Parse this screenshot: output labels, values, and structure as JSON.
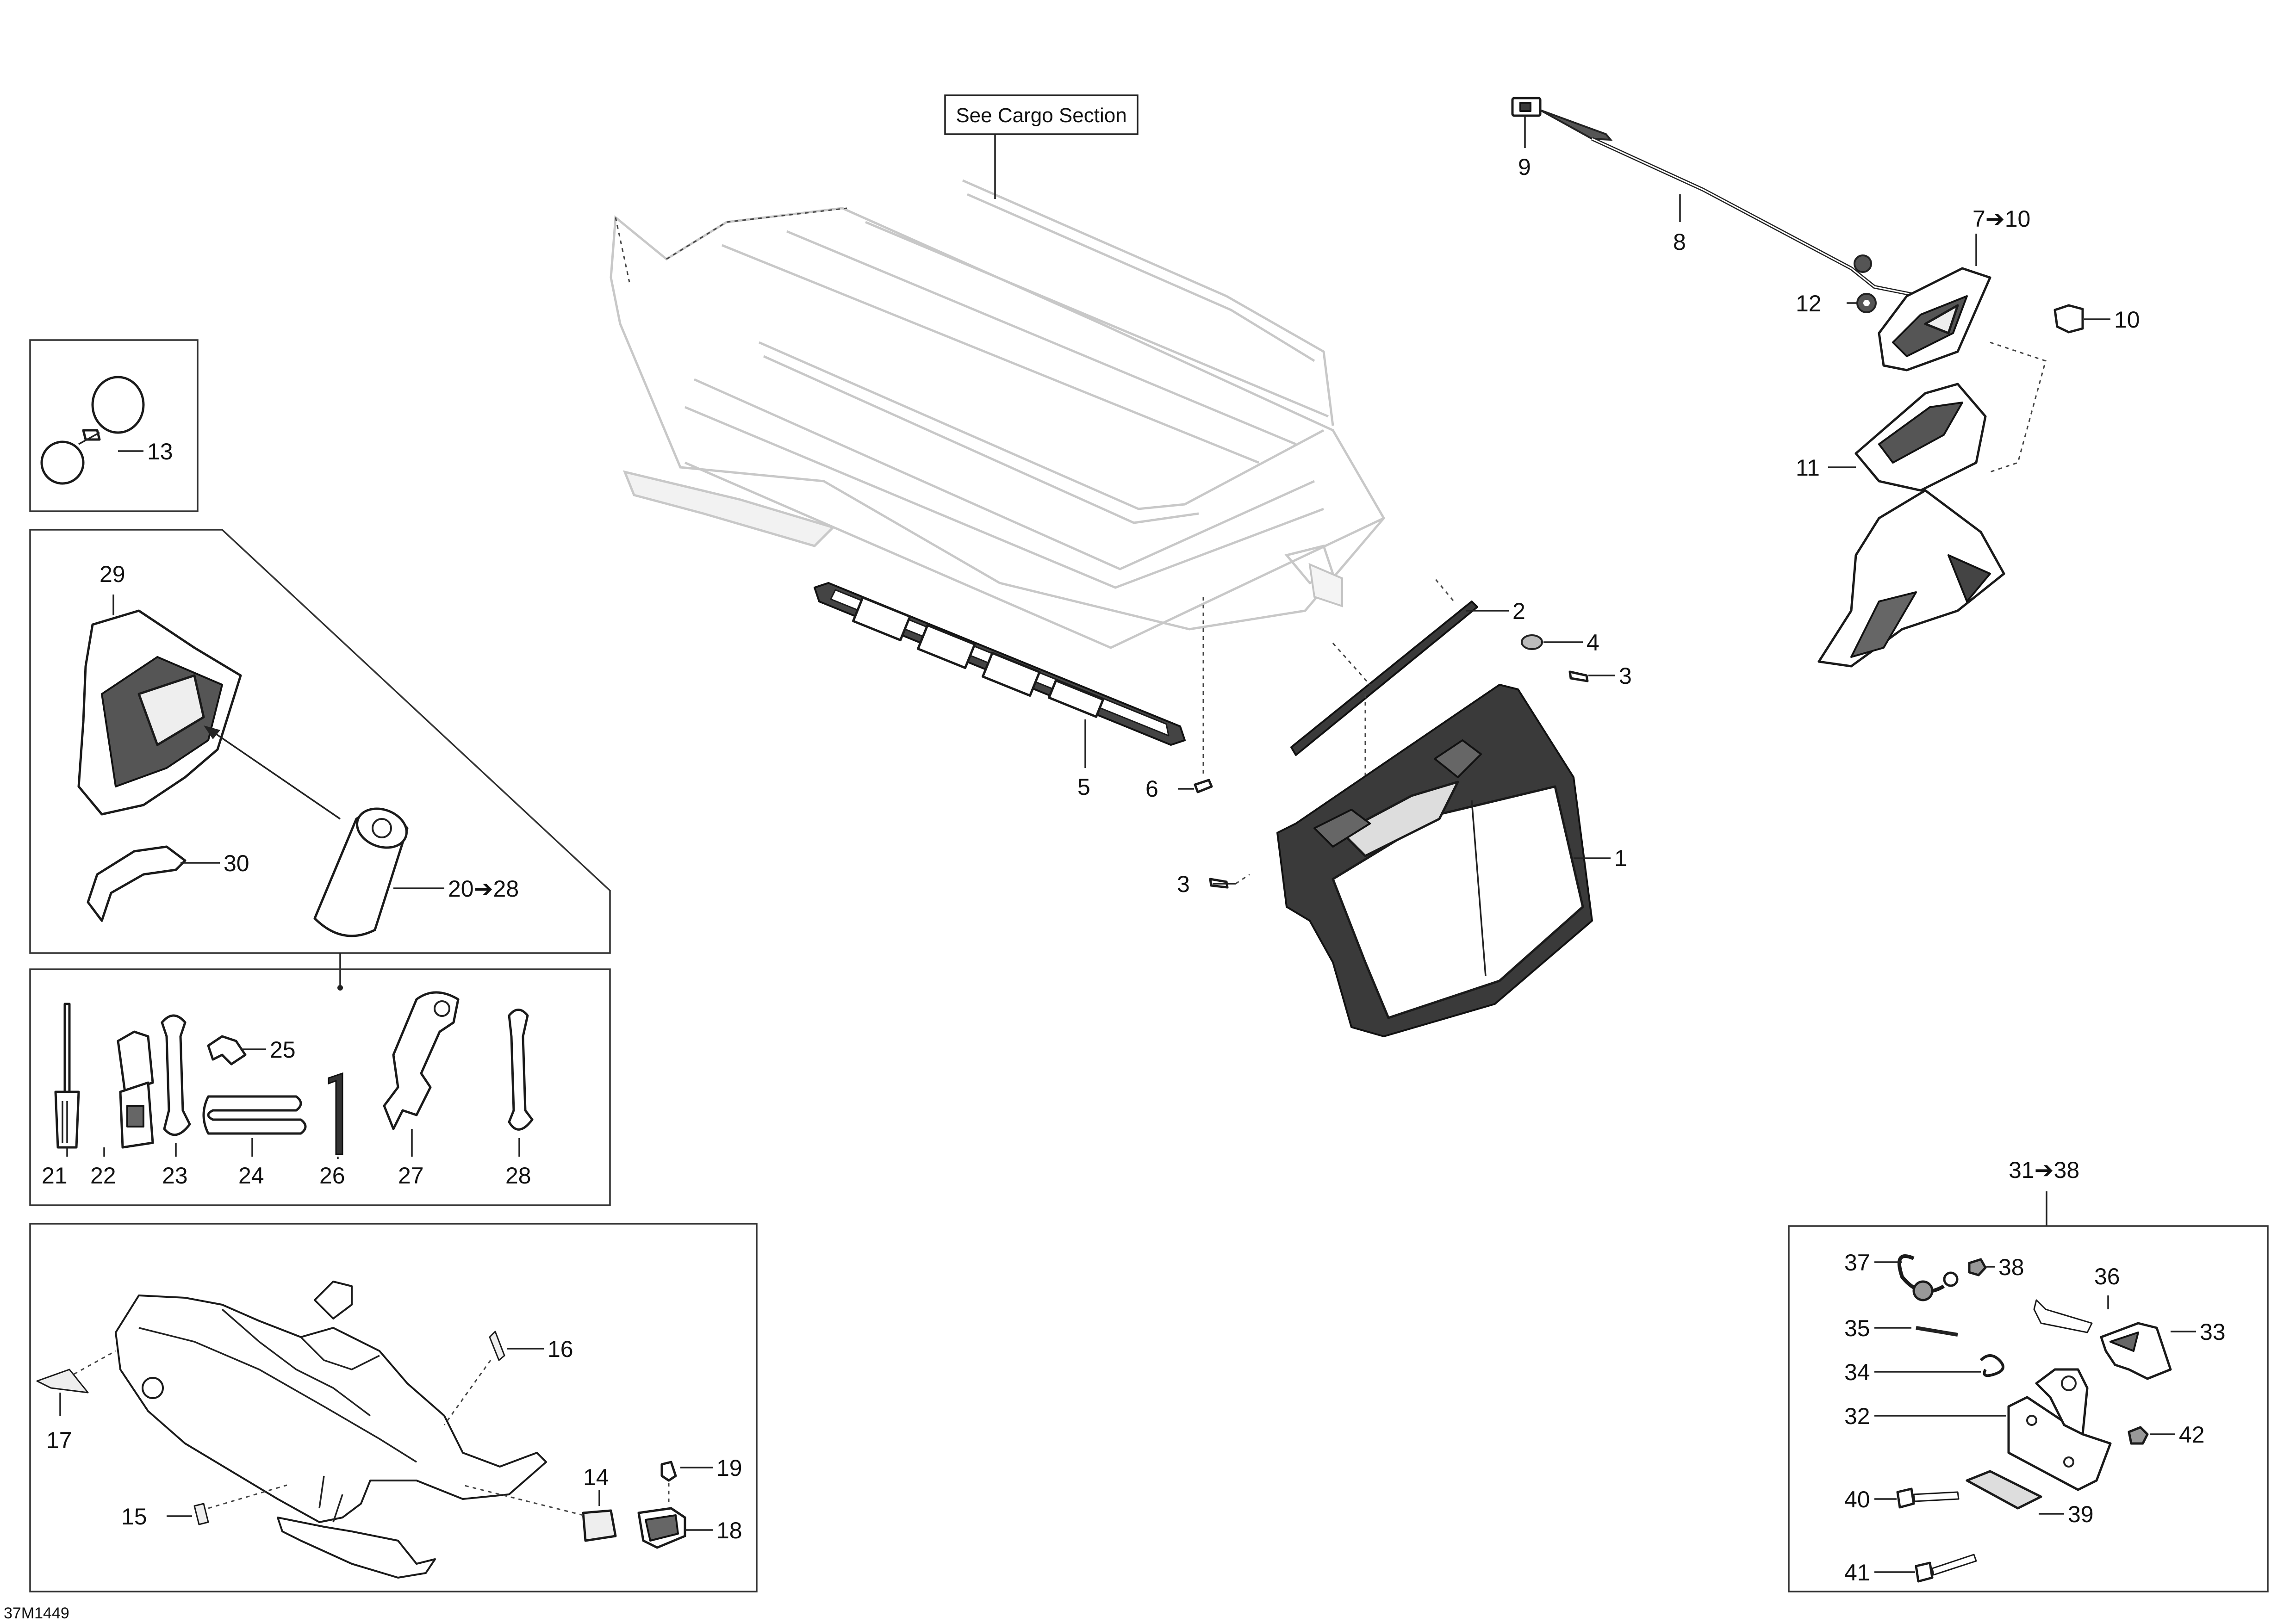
{
  "diagram": {
    "code": "37M1449",
    "note": "See Cargo Section",
    "callouts": {
      "c1": "1",
      "c2": "2",
      "c3a": "3",
      "c3b": "3",
      "c4": "4",
      "c5": "5",
      "c6": "6",
      "c7_10": "7➔10",
      "c8": "8",
      "c9": "9",
      "c10": "10",
      "c11": "11",
      "c12": "12",
      "c13": "13",
      "c14": "14",
      "c15": "15",
      "c16": "16",
      "c17": "17",
      "c18": "18",
      "c19": "19",
      "c20_28": "20➔28",
      "c21": "21",
      "c22": "22",
      "c23": "23",
      "c24": "24",
      "c25": "25",
      "c26": "26",
      "c27": "27",
      "c28": "28",
      "c29": "29",
      "c30": "30",
      "c31_38": "31➔38",
      "c32": "32",
      "c33": "33",
      "c34": "34",
      "c35": "35",
      "c36": "36",
      "c37": "37",
      "c38": "38",
      "c39": "39",
      "c40": "40",
      "c41": "41",
      "c42": "42"
    }
  }
}
